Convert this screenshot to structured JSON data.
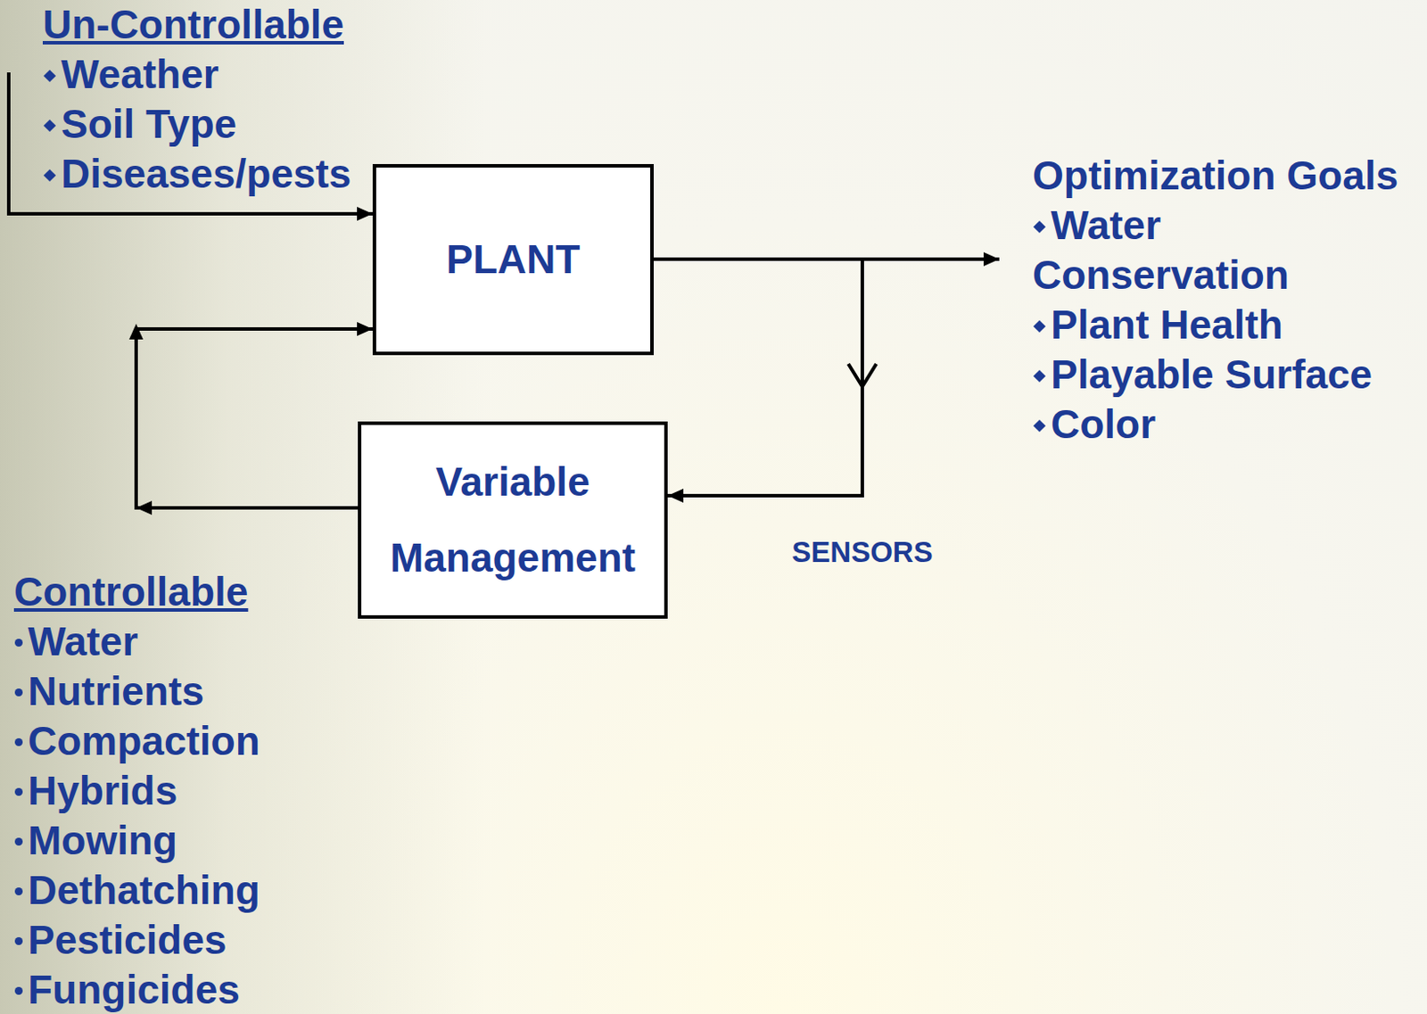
{
  "diagram": {
    "nodes": [
      {
        "text": [
          "PLANT"
        ]
      },
      {
        "text": [
          "Variable Management"
        ]
      }
    ],
    "edges": [
      {
        "from": 1,
        "to": 0,
        "arrow": "to"
      },
      {
        "from": 0,
        "to": 1,
        "arrow": "to",
        "label": "SENSORS"
      }
    ],
    "labels": [
      "Un-Controllable",
      "Weather",
      "Soil Type",
      "Diseases/pests",
      "Optimization Goals",
      "Water Conservation",
      "Plant Health",
      "Playable Surface",
      "Color",
      "Controllable",
      "Water",
      "Nutrients",
      "Compaction",
      "Hybrids",
      "Mowing",
      "Dethatching",
      "Pesticides",
      "Fungicides"
    ]
  }
}
